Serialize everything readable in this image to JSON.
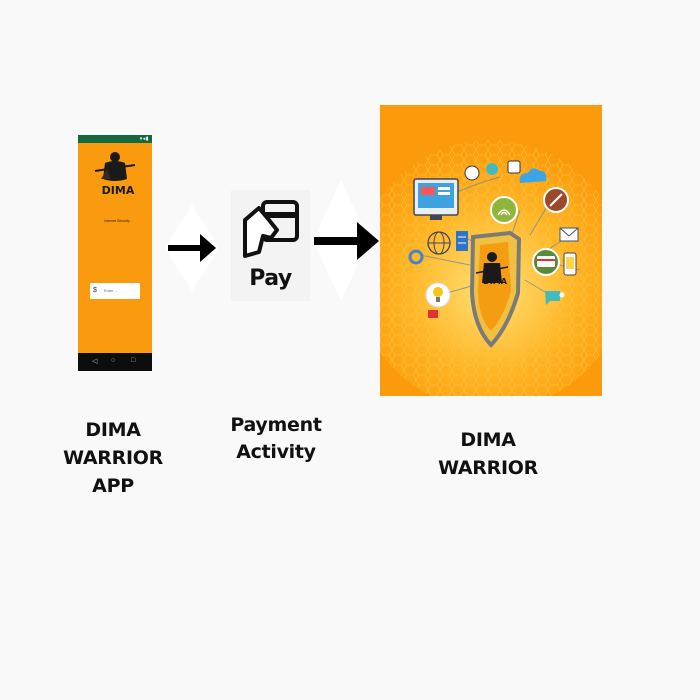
{
  "nodes": [
    {
      "id": "app",
      "caption": [
        "DIMA",
        "WARRIOR",
        "APP"
      ],
      "screen": {
        "status_text": "▾◂▮",
        "logo_text": "DIMA",
        "tagline": "Internet Security",
        "input_placeholder": "Enter ..."
      }
    },
    {
      "id": "payment",
      "caption": [
        "Payment",
        "Activity"
      ],
      "icon_label": "Pay"
    },
    {
      "id": "warrior",
      "caption": [
        "DIMA",
        "WARRIOR"
      ],
      "shield_text": "DIMA"
    }
  ],
  "edges": [
    {
      "from": "app",
      "to": "payment"
    },
    {
      "from": "payment",
      "to": "warrior"
    }
  ],
  "colors": {
    "orange": "#fa9a0e",
    "arrow": "#000000",
    "background": "#f9f9f9"
  }
}
